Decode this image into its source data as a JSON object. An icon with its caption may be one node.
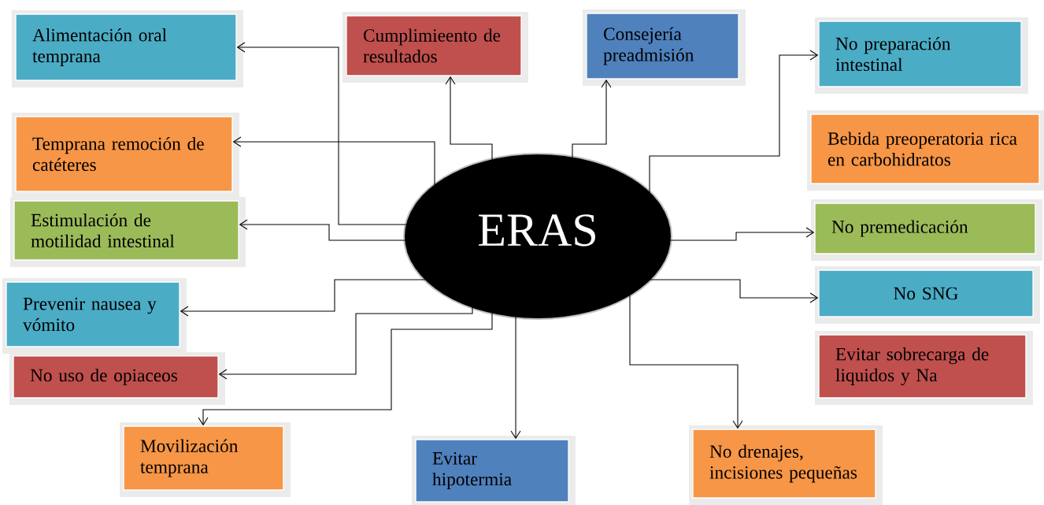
{
  "diagram": {
    "nodes": [
      {
        "text": [
          "Alimentación oral temprana"
        ]
      },
      {
        "text": [
          "Cumplimieento de resultados"
        ]
      },
      {
        "text": [
          "Consejería preadmisión"
        ]
      },
      {
        "text": [
          "No preparación intestinal"
        ]
      },
      {
        "text": [
          "Temprana remoción de catéteres"
        ]
      },
      {
        "text": [
          "Bebida preoperatoria rica en carbohidratos"
        ]
      },
      {
        "text": [
          "Estimulación de motilidad intestinal"
        ]
      },
      {
        "text": [
          "ERAS"
        ]
      },
      {
        "text": [
          "No premedicación"
        ]
      },
      {
        "text": [
          "Prevenir nausea y vómito"
        ]
      },
      {
        "text": [
          "No SNG"
        ]
      },
      {
        "text": [
          "No uso de opiaceos"
        ]
      },
      {
        "text": [
          "Evitar sobrecarga de liquidos y Na"
        ]
      },
      {
        "text": [
          "Movilización temprana"
        ]
      },
      {
        "text": [
          "Evitar hipotermia"
        ]
      },
      {
        "text": [
          "No drenajes, incisiones pequeñas"
        ]
      }
    ],
    "edges": [
      {
        "from": 7,
        "to": 0,
        "arrow": "to"
      },
      {
        "from": 7,
        "to": 1,
        "arrow": "to"
      },
      {
        "from": 7,
        "to": 2,
        "arrow": "to"
      },
      {
        "from": 7,
        "to": 3,
        "arrow": "to"
      },
      {
        "from": 7,
        "to": 4,
        "arrow": "to"
      },
      {
        "from": 7,
        "to": 6,
        "arrow": "to"
      },
      {
        "from": 7,
        "to": 8,
        "arrow": "to"
      },
      {
        "from": 7,
        "to": 9,
        "arrow": "to"
      },
      {
        "from": 7,
        "to": 10,
        "arrow": "to"
      },
      {
        "from": 7,
        "to": 11,
        "arrow": "to"
      },
      {
        "from": 7,
        "to": 13,
        "arrow": "to"
      },
      {
        "from": 7,
        "to": 14,
        "arrow": "to"
      },
      {
        "from": 7,
        "to": 15,
        "arrow": "to"
      }
    ]
  }
}
